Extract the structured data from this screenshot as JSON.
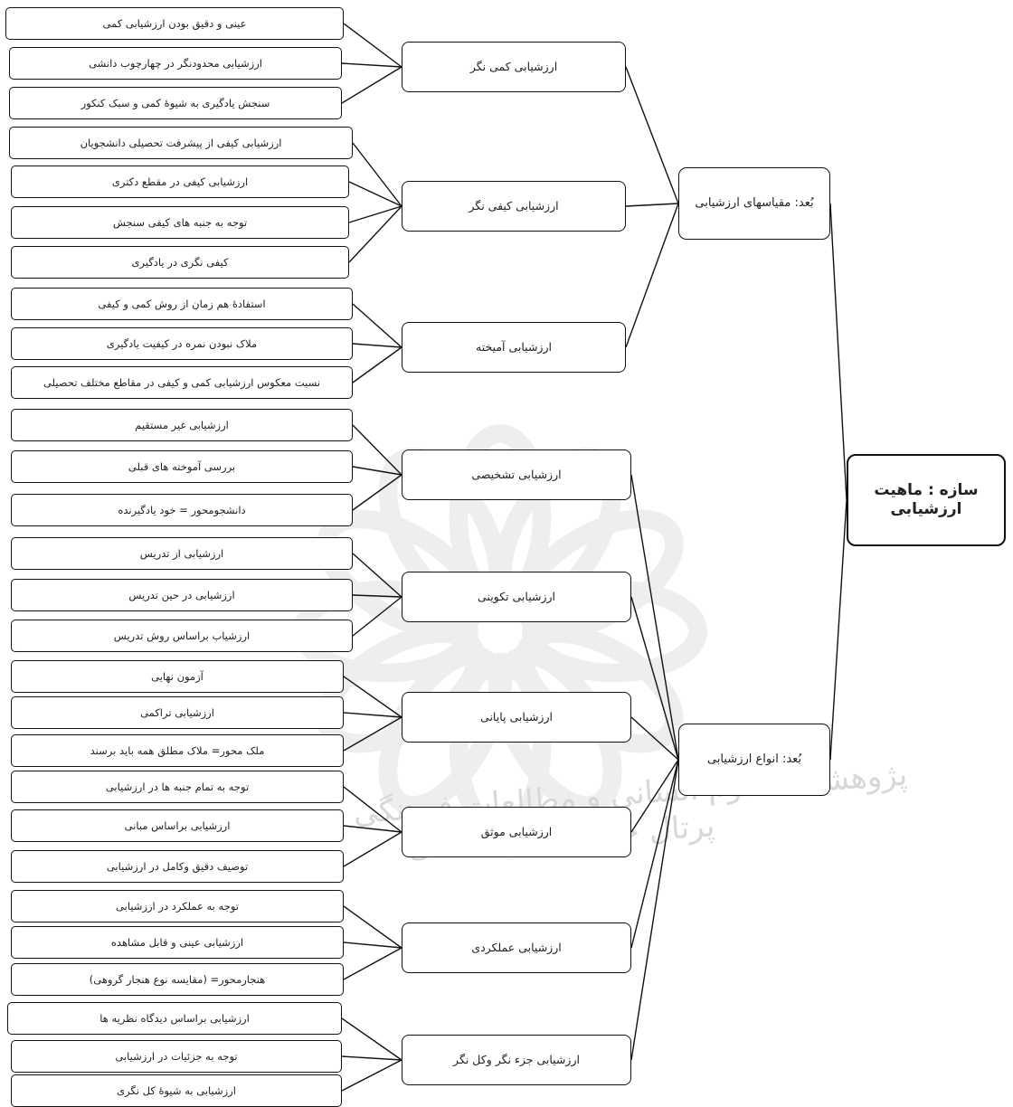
{
  "watermark": {
    "line1": "پژوهشگاه علوم انسانی و مطالعات فرهنگی",
    "line2": "پرتال جامع علوم انسانی"
  },
  "root": "سازه : ماهیت ارزشیابی",
  "dimensions": [
    {
      "label": "بُعد: مقیاسهای ارزشیابی",
      "types": [
        {
          "label": "ارزشیابی کمی نگر",
          "items": [
            "عینی و دقیق بودن ارزشیابی کمی",
            "ارزشیابی محدودنگر در چهارچوب دانشی",
            "سنجش یادگیری به شیوۀ کمی و سبک کنکور"
          ]
        },
        {
          "label": "ارزشیابی کیفی نگر",
          "items": [
            "ارزشیابی کیفی از پیشرفت تحصیلی دانشجویان",
            "ارزشیابی کیفی در مقطع دکتری",
            "توجه به جنبه های کیفی سنجش",
            "کیفی نگری در یادگیری"
          ]
        },
        {
          "label": "ارزشیابی آمیخته",
          "items": [
            "استفادۀ هم زمان از روش کمی و کیفی",
            "ملاک نبودن نمره در کیفیت یادگیری",
            "نسبت معکوس ارزشیابی کمی و کیفی در مقاطع مختلف تحصیلی"
          ]
        }
      ]
    },
    {
      "label": "بُعد: انواع ارزشیابی",
      "types": [
        {
          "label": "ارزشیابی تشخیصی",
          "items": [
            "ارزشیابی غیر مستقیم",
            "بررسی آموخته های قبلی",
            "دانشجومحور = خود یادگیرنده"
          ]
        },
        {
          "label": "ارزشیابی تکوینی",
          "items": [
            "ارزشیابی از تدریس",
            "ارزشیابی در حین تدریس",
            "ارزشیاب براساس روش تدریس"
          ]
        },
        {
          "label": "ارزشیابی پایانی",
          "items": [
            "آزمون نهایی",
            "ارزشیابی تراکمی",
            "ملک محور= ملاک مطلق همه باید برسند"
          ]
        },
        {
          "label": "ارزشیابی موثق",
          "items": [
            "توجه به تمام جنبه ها در ارزشیابی",
            "ارزشیابی براساس مبانی",
            "توصیف دقیق وکامل در ارزشیابی"
          ]
        },
        {
          "label": "ارزشیابی عملکردی",
          "items": [
            "توجه به عملکرد در ارزشیابی",
            "ارزشیابی عینی و قابل مشاهده",
            "هنجارمحور= (مقایسه نوع هنجار گروهی)"
          ]
        },
        {
          "label": "ارزشیابی جزء نگر وکل نگر",
          "items": [
            "ارزشیابی براساس دیدگاه نظریه ها",
            "توجه به جزئیات در ارزشیابی",
            "ارزشیابی به شیوۀ کل نگری"
          ]
        }
      ]
    }
  ]
}
